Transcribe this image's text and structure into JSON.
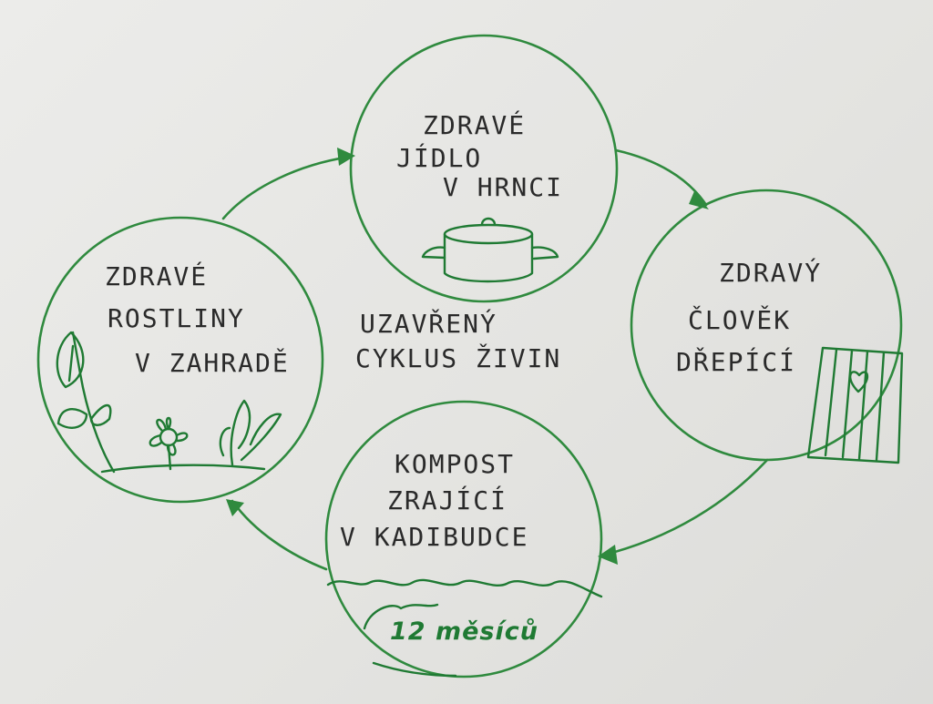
{
  "nodes": {
    "food": {
      "lines": [
        "ZDRAVÉ",
        "JÍDLO",
        "V HRNCI"
      ]
    },
    "person": {
      "lines": [
        "ZDRAVÝ",
        "ČLOVĚK",
        "DŘEPÍCÍ"
      ]
    },
    "compost": {
      "lines": [
        "KOMPOST",
        "ZRAJÍCÍ",
        "V KADIBUDCE"
      ],
      "duration": "12 měsíců"
    },
    "plants": {
      "lines": [
        "ZDRAVÉ",
        "ROSTLINY",
        "V ZAHRADĚ"
      ]
    }
  },
  "center": {
    "lines": [
      "UZAVŘENÝ",
      "CYKLUS ŽIVIN"
    ]
  },
  "colors": {
    "ink": "#2f8a3e",
    "text": "#2a2a2a"
  },
  "icons": [
    "cooking-pot-icon",
    "outhouse-door-icon",
    "plants-icon",
    "compost-mound-icon",
    "cycle-arrow-icon"
  ]
}
